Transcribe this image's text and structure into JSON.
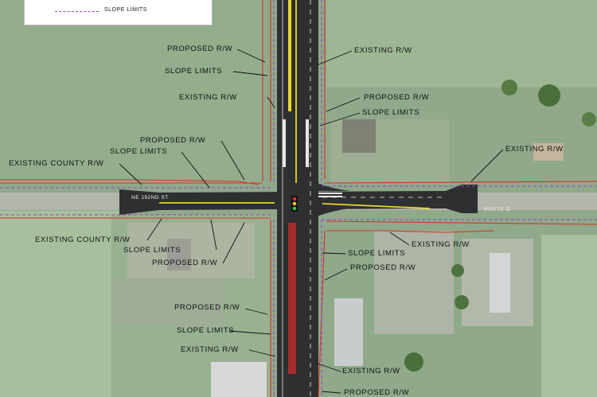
{
  "legend": {
    "slope_limits": "SLOPE LIMITS"
  },
  "roads": {
    "west": "NE 192ND ST",
    "east": "ROUTE D"
  },
  "labels": {
    "proposed_rw_1": "PROPOSED R/W",
    "slope_limits_1": "SLOPE LIMITS",
    "existing_rw_1": "EXISTING R/W",
    "existing_rw_2": "EXISTING R/W",
    "proposed_rw_2": "PROPOSED R/W",
    "slope_limits_2": "SLOPE LIMITS",
    "proposed_rw_3": "PROPOSED R/W",
    "slope_limits_3": "SLOPE LIMITS",
    "existing_county_rw_1": "EXISTING COUNTY R/W",
    "existing_rw_3": "EXISTING R/W",
    "existing_county_rw_2": "EXISTING COUNTY R/W",
    "slope_limits_4": "SLOPE LIMITS",
    "proposed_rw_4": "PROPOSED R/W",
    "existing_rw_4": "EXISTING R/W",
    "slope_limits_5": "SLOPE LIMITS",
    "proposed_rw_5": "PROPOSED R/W",
    "proposed_rw_6": "PROPOSED R/W",
    "slope_limits_6": "SLOPE LIMITS",
    "existing_rw_5": "EXISTING R/W",
    "existing_rw_6": "EXISTING R/W",
    "proposed_rw_7": "PROPOSED R/W"
  },
  "colors": {
    "field": "#8fa98a",
    "field_light": "#a4bd9c",
    "pavement": "#2d2f31",
    "yellow_line": "#e8d62a",
    "red_rw": "#d9302a",
    "slope_limits": "#9a40c8"
  }
}
